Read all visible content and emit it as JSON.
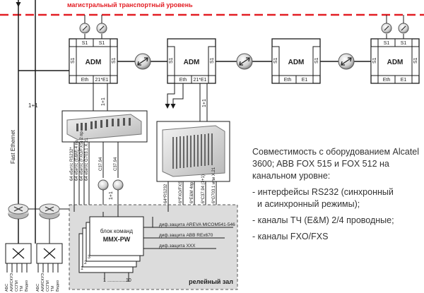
{
  "header": {
    "title": "магистральный транспортный уровень"
  },
  "adm_nodes": [
    {
      "label": "ADM",
      "ports": {
        "top_left": "S1",
        "top_right": "S1",
        "left": "S1",
        "right": "S1",
        "bottom_left": "Eth",
        "bottom_right": "21*E1"
      }
    },
    {
      "label": "ADM",
      "ports": {
        "top_left": "",
        "top_right": "",
        "left": "S1",
        "right": "S1",
        "bottom_left": "Eth",
        "bottom_right": "21*E1"
      }
    },
    {
      "label": "ADM",
      "ports": {
        "top_left": "",
        "top_right": "",
        "left": "S1",
        "right": "S1",
        "bottom_left": "Eth",
        "bottom_right": "E1"
      }
    },
    {
      "label": "ADM",
      "ports": {
        "top_left": "S1",
        "top_right": "S1",
        "left": "S1",
        "right": "S1",
        "bottom_left": "Eth",
        "bottom_right": "E1"
      }
    }
  ],
  "links": {
    "protection": "1+1",
    "fast_ethernet": "Fast Ethernet"
  },
  "left_panel": {
    "interfaces": [
      "64 кбит/с RS232*",
      "64 кбит/с (Е&М) 4 пр",
      "64 кбит/с (FXO/FXS) 2 пр",
      "64 кбит/с G703.1 X.21",
      "C37.94",
      "C37.94"
    ]
  },
  "right_panel": {
    "interfaces": [
      "64*RS232",
      "6*FXO/FXS",
      "6*E&M 4пр",
      "6*C37.94 (1+1)",
      "6*G703.1 или X.21"
    ]
  },
  "relay_room": {
    "title": "релейный зал",
    "block_title": "блок команд",
    "block_model": "MMX-PW",
    "stack_numbers": [
      "1",
      "2",
      "3"
    ],
    "range_start": "1",
    "range_dots": "...............",
    "range_end": "10",
    "protections": [
      "диф.защита AREVA MICOM541-546",
      "диф.защита ABB REx670",
      "диф.защита XXX"
    ]
  },
  "switches": {
    "left": [
      "АБС",
      "АИИСКУЭ",
      "ССПИ",
      "ТМ",
      "Видео"
    ],
    "right": [
      "АБС",
      "АИИСКУЭ",
      "ССПИ",
      "ТМ",
      "Видео"
    ]
  },
  "compatibility": {
    "heading": "Совместимость с оборудованием Alcatel 3600; ABB FOX 515 и FOX 512 на канальном уровне:",
    "items": [
      "- интерфейсы RS232 (синхронный",
      "и асинхронный режимы);",
      "- каналы ТЧ (Е&М) 2/4 проводные;",
      "- каналы FXO/FXS"
    ]
  },
  "colors": {
    "dashed_line": "#e31e24",
    "title": "#e31e24",
    "adm_fill": "#ffffff",
    "relay_fill": "#dcdcdc",
    "line": "#1a1a1a"
  }
}
